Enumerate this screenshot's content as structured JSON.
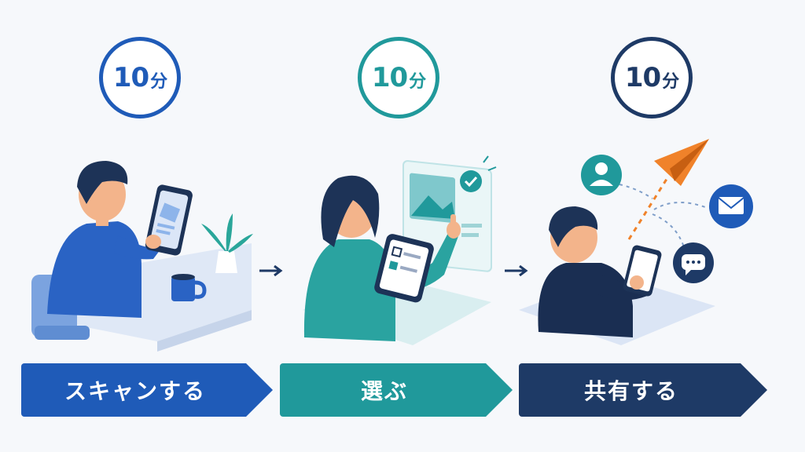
{
  "colors": {
    "step1": "#1f5bb8",
    "step2": "#20999b",
    "step3": "#1e3a66",
    "accent_orange": "#f0822a",
    "arrow": "#1e3a66"
  },
  "steps": [
    {
      "time_value": "10",
      "time_unit": "分",
      "label": "スキャンする"
    },
    {
      "time_value": "10",
      "time_unit": "分",
      "label": "選ぶ"
    },
    {
      "time_value": "10",
      "time_unit": "分",
      "label": "共有する"
    }
  ],
  "icons": [
    "chair-icon",
    "plant-icon",
    "mug-icon",
    "phone-icon",
    "tablet-icon",
    "image-card-icon",
    "check-icon",
    "paper-plane-icon",
    "user-icon",
    "mail-icon",
    "chat-icon",
    "arrow-right-icon"
  ]
}
